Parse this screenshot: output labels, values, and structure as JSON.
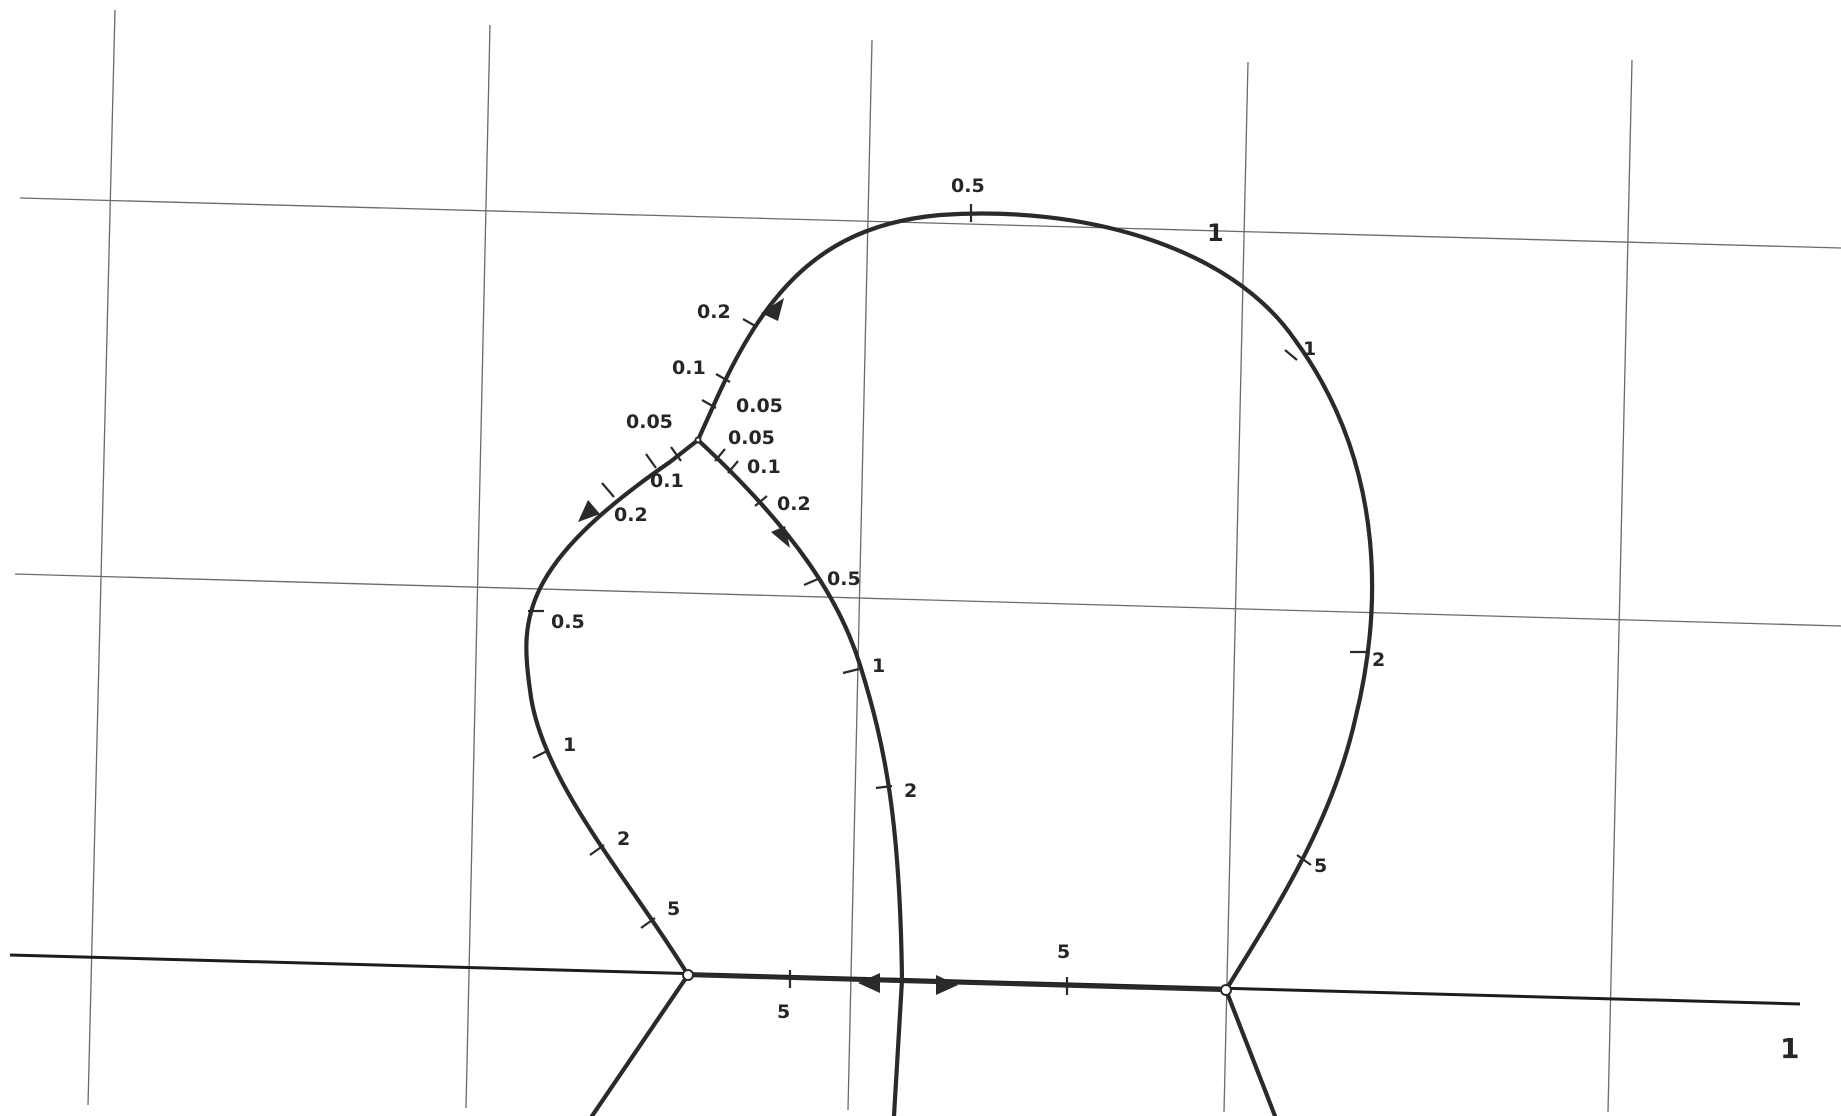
{
  "corner_label": "1",
  "branches": [
    {
      "id": "outer-loop",
      "arrow_direction": "forward",
      "labels": [
        "0.05",
        "0.1",
        "0.2",
        "0.5",
        "1",
        "1",
        "2",
        "5"
      ]
    },
    {
      "id": "left-loop",
      "arrow_direction": "forward",
      "labels": [
        "0.05",
        "0.1",
        "0.2",
        "0.5",
        "1",
        "2",
        "5"
      ]
    },
    {
      "id": "middle-branch",
      "arrow_direction": "forward",
      "labels": [
        "0.05",
        "0.1",
        "0.2",
        "0.5",
        "1",
        "2"
      ]
    },
    {
      "id": "real-axis-segment",
      "labels": [
        "5",
        "5"
      ]
    },
    {
      "id": "left-lower-branch",
      "labels": []
    },
    {
      "id": "right-lower-branch",
      "labels": []
    }
  ]
}
